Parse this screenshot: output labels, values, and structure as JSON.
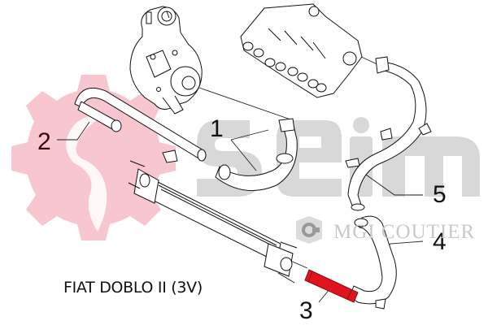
{
  "diagram": {
    "title": "FIAT DOBLO II (3V)",
    "callouts": [
      {
        "id": "1",
        "label": "1"
      },
      {
        "id": "2",
        "label": "2"
      },
      {
        "id": "3",
        "label": "3"
      },
      {
        "id": "4",
        "label": "4"
      },
      {
        "id": "5",
        "label": "5"
      }
    ],
    "highlighted_part": "3",
    "colors": {
      "highlight_hose": "#e0141e",
      "gear_watermark": "#f7c6cf",
      "logo_watermark": "#d6d6d6",
      "line": "#111111"
    },
    "watermarks": {
      "brand_logo": "seim",
      "secondary_logo": "MGI COUTIER"
    },
    "components": [
      "turbocharger",
      "intake-manifold",
      "intercooler",
      "hose-1",
      "hose-2",
      "hose-3",
      "hose-4",
      "pipe-5"
    ]
  }
}
